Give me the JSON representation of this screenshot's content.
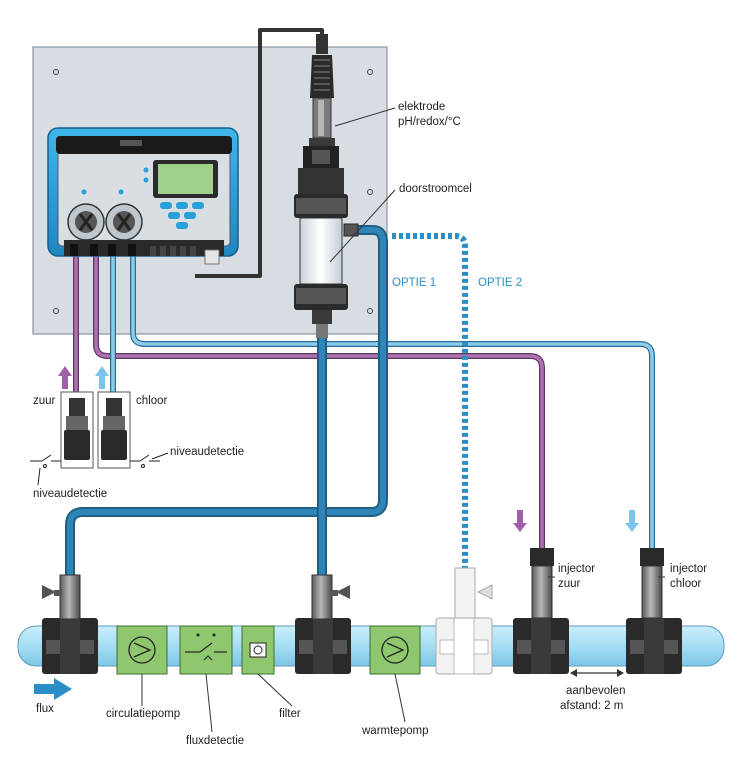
{
  "labels": {
    "electrode": [
      "elektrode",
      "pH/redox/°C"
    ],
    "flow_cell": "doorstroomcel",
    "option1": "OPTIE 1",
    "option2": "OPTIE 2",
    "acid": "zuur",
    "chlorine": "chloor",
    "level_detection_right": "niveaudetectie",
    "level_detection_left": "niveaudetectie",
    "injector_acid": [
      "injector",
      "zuur"
    ],
    "injector_chlorine": [
      "injector",
      "chloor"
    ],
    "flow": "flux",
    "circulation_pump": "circulatiepomp",
    "flow_detection": "fluxdetectie",
    "filter": "filter",
    "heat_pump": "warmtepomp",
    "recommended_distance": [
      "aanbevolen",
      "afstand: 2 m"
    ]
  },
  "colors": {
    "panel": "#d7dde3",
    "controller_blue": "#2a9fd8",
    "pipe": "#a9def5",
    "tube_blue": "#8ecbea",
    "tube_purple": "#b070b0",
    "sample_tube": "#2a7fae",
    "cable": "#333333",
    "device_green": "#8fc76f"
  },
  "icons": [
    "pump-icon",
    "flow-switch-icon",
    "filter-icon",
    "arrow-right-icon",
    "arrow-up-icon",
    "arrow-down-icon",
    "double-arrow-icon"
  ]
}
